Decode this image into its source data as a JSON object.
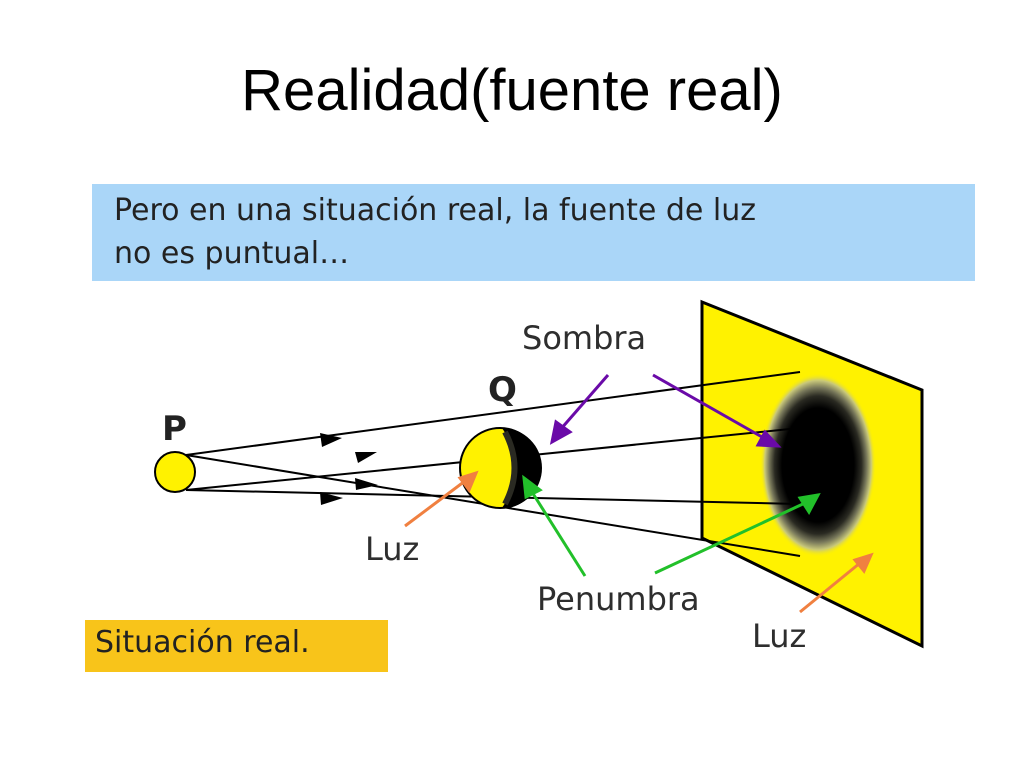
{
  "title": "Realidad(fuente real)",
  "intro": {
    "line1": "Pero en una situación real, la fuente de luz",
    "line2": "no es puntual…"
  },
  "caption": "Situación real.",
  "labels": {
    "source": "P",
    "object": "Q",
    "shadow": "Sombra",
    "light_object": "Luz",
    "penumbra": "Penumbra",
    "light_screen": "Luz"
  },
  "colors": {
    "intro_background": "#aad6f8",
    "caption_background": "#f8c41a",
    "yellow": "#fff200",
    "shadow_arrow": "#6a0aa8",
    "penumbra_arrow": "#22c02a",
    "light_arrow": "#f08040"
  }
}
